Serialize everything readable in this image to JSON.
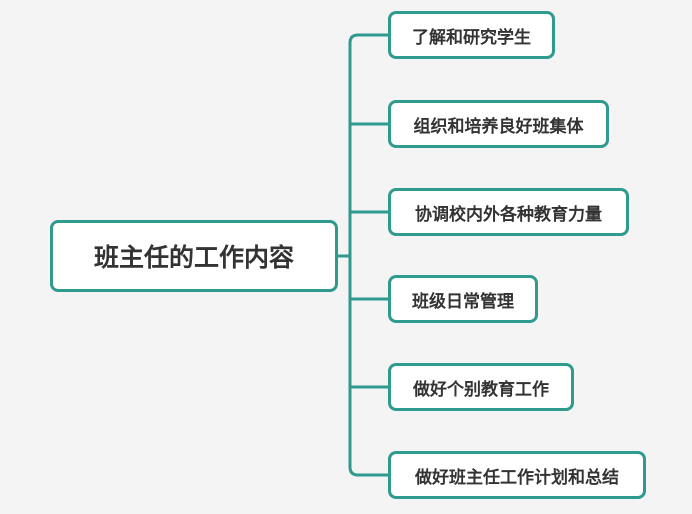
{
  "root": {
    "label": "班主任的工作内容"
  },
  "children": [
    {
      "label": "了解和研究学生"
    },
    {
      "label": "组织和培养良好班集体"
    },
    {
      "label": "协调校内外各种教育力量"
    },
    {
      "label": "班级日常管理"
    },
    {
      "label": "做好个别教育工作"
    },
    {
      "label": "做好班主任工作计划和总结"
    }
  ],
  "colors": {
    "accent": "#2f9a8e",
    "background": "#f4f4f4"
  }
}
